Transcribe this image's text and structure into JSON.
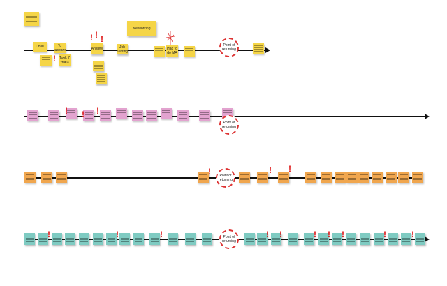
{
  "board": {
    "row1_notes": {
      "networking": "Networking",
      "child": "Child",
      "to_husband": "To husband",
      "took_7_years": "Took 7 years",
      "anxiety": "Anxiety",
      "job_hunting": "Job hunting",
      "had_to_do_ma": "Had to do MA"
    },
    "point_of_returning": "Point of returning",
    "colors": {
      "row1": "#f5d547",
      "row2": "#e2a3cf",
      "row3": "#f0a64e",
      "row4": "#7fcbc2",
      "alert": "#dd1111"
    }
  }
}
